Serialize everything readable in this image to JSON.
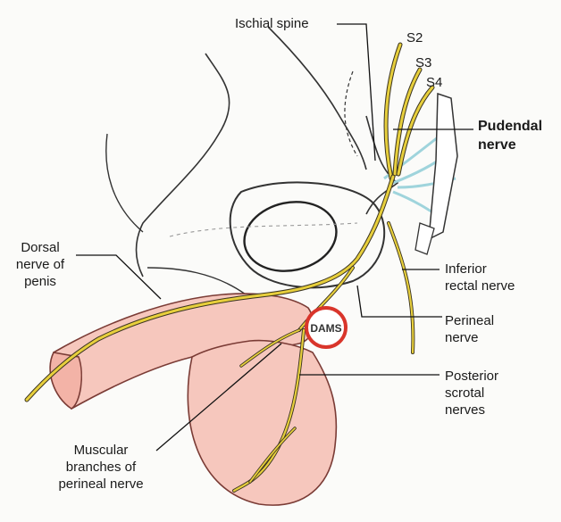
{
  "labels": {
    "ischial_spine": "Ischial spine",
    "s2": "S2",
    "s3": "S3",
    "s4": "S4",
    "pudendal_nerve": [
      "Pudendal",
      "nerve"
    ],
    "dorsal_nerve": [
      "Dorsal",
      "nerve of",
      "penis"
    ],
    "inferior_rectal": [
      "Inferior",
      "rectal nerve"
    ],
    "perineal_nerve": [
      "Perineal",
      "nerve"
    ],
    "posterior_scrotal": [
      "Posterior",
      "scrotal",
      "nerves"
    ],
    "muscular_branches": [
      "Muscular",
      "branches of",
      "perineal nerve"
    ],
    "stamp_text": "DAMS"
  },
  "colors": {
    "skin_fill": "#f6c7bd",
    "skin_outline": "#7a3b35",
    "nerve": "#e7cf3c",
    "nerve_outline": "#3a3320",
    "vessel_blue": "#9fd4dc",
    "stamp_red": "#d9352b"
  }
}
